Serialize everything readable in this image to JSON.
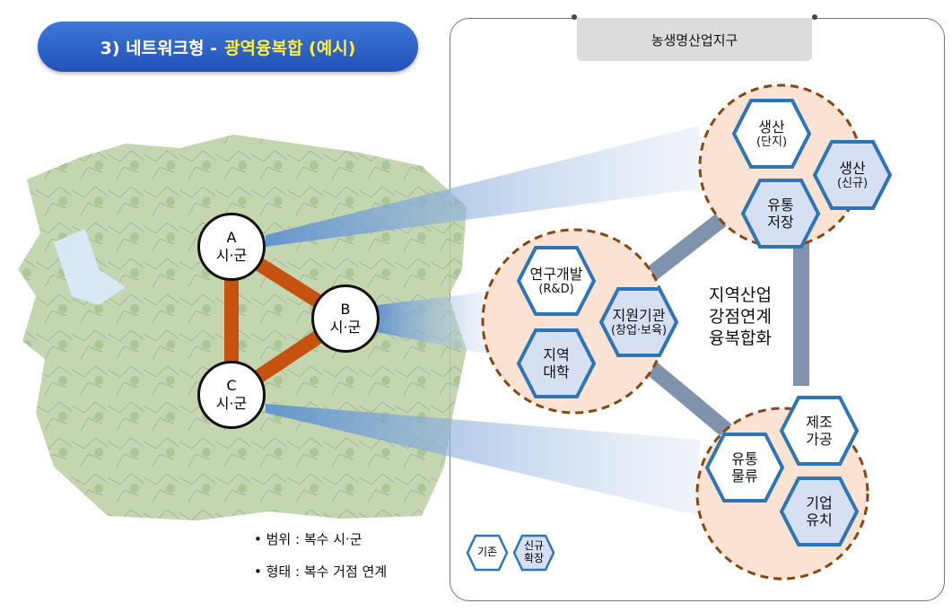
{
  "title": {
    "prefix": "3) 네트워크형 -",
    "highlight": "광역융복합 (예시)"
  },
  "zone_label": "농생명산업지구",
  "nodes": [
    {
      "l1": "A",
      "l2": "시·군"
    },
    {
      "l1": "B",
      "l2": "시·군"
    },
    {
      "l1": "C",
      "l2": "시·군"
    }
  ],
  "center_text": [
    "지역산업",
    "강점연계",
    "융복합화"
  ],
  "hexes": {
    "top": [
      {
        "l1": "생산",
        "l2": "(단지)",
        "type": "existing"
      },
      {
        "l1": "생산",
        "l2": "(신규)",
        "type": "new"
      },
      {
        "l1": "유통",
        "l2": "저장",
        "type": "new"
      }
    ],
    "left": [
      {
        "l1": "연구개발",
        "l2": "(R&D)",
        "type": "existing"
      },
      {
        "l1": "지원기관",
        "l2": "(창업·보육)",
        "type": "new"
      },
      {
        "l1": "지역",
        "l2": "대학",
        "type": "new"
      }
    ],
    "bottom": [
      {
        "l1": "제조",
        "l2": "가공",
        "type": "existing"
      },
      {
        "l1": "유통",
        "l2": "물류",
        "type": "existing"
      },
      {
        "l1": "기업",
        "l2": "유치",
        "type": "new"
      }
    ]
  },
  "legend": {
    "existing": "기존",
    "new_l1": "신규",
    "new_l2": "확장"
  },
  "bullets": [
    "범위 : 복수 시·군",
    "형태 : 복수 거점 연계"
  ],
  "colors": {
    "hex_border": "#2e75b6",
    "hex_new_fill": "#d6e0f2",
    "cluster_fill": "#fbe3d4",
    "cluster_border": "#8b4513",
    "link": "#7f93ad",
    "triangle": "#c5520f"
  }
}
